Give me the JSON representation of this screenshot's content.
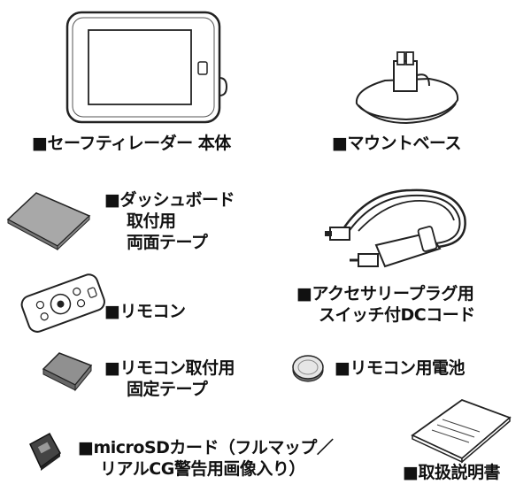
{
  "items": [
    {
      "id": "main-unit",
      "lines": [
        "■セーフティレーダー 本体"
      ]
    },
    {
      "id": "mount-base",
      "lines": [
        "■マウントベース"
      ]
    },
    {
      "id": "dashboard-tape",
      "lines": [
        "■ダッシュボード",
        "取付用",
        "両面テープ"
      ]
    },
    {
      "id": "remote",
      "lines": [
        "■リモコン"
      ]
    },
    {
      "id": "dc-cord",
      "lines": [
        "■アクセサリープラグ用",
        "スイッチ付DCコード"
      ]
    },
    {
      "id": "remote-tape",
      "lines": [
        "■リモコン取付用",
        "固定テープ"
      ]
    },
    {
      "id": "battery",
      "lines": [
        "■リモコン用電池"
      ]
    },
    {
      "id": "microsd",
      "lines": [
        "■microSDカード（フルマップ／",
        "リアルCG警告用画像入り）"
      ]
    },
    {
      "id": "manual",
      "lines": [
        "■取扱説明書"
      ]
    }
  ]
}
